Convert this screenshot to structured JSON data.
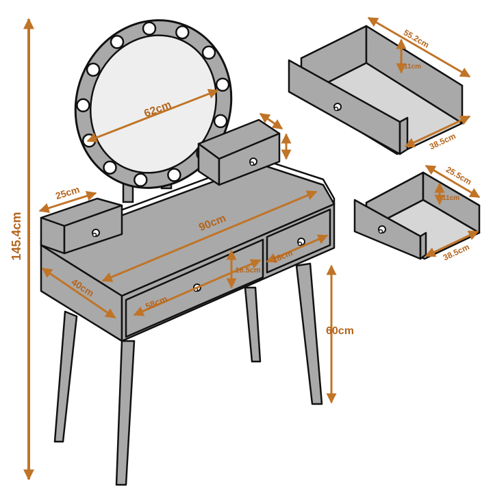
{
  "colors": {
    "furniture": "#a9a9a9",
    "outline": "#111111",
    "accent": "#c07427",
    "mirror": "#eeeeee",
    "bulb": "#ffffff"
  },
  "dimensions": {
    "total_height": "145.4cm",
    "mirror_diameter": "62cm",
    "left_box_width": "25cm",
    "table_width": "90cm",
    "table_depth": "40cm",
    "drawer_height": "16.5cm",
    "large_drawer_width": "58cm",
    "small_drawer_width": "28cm",
    "leg_height": "60cm",
    "large_drawer_spec": {
      "width": "55.2cm",
      "height": "11cm",
      "depth": "38.5cm"
    },
    "small_drawer_spec": {
      "width": "25.5cm",
      "height": "11cm",
      "depth": "38.5cm"
    }
  },
  "icons": [
    "knob-icon",
    "bulb-icon",
    "arrow-icon"
  ]
}
